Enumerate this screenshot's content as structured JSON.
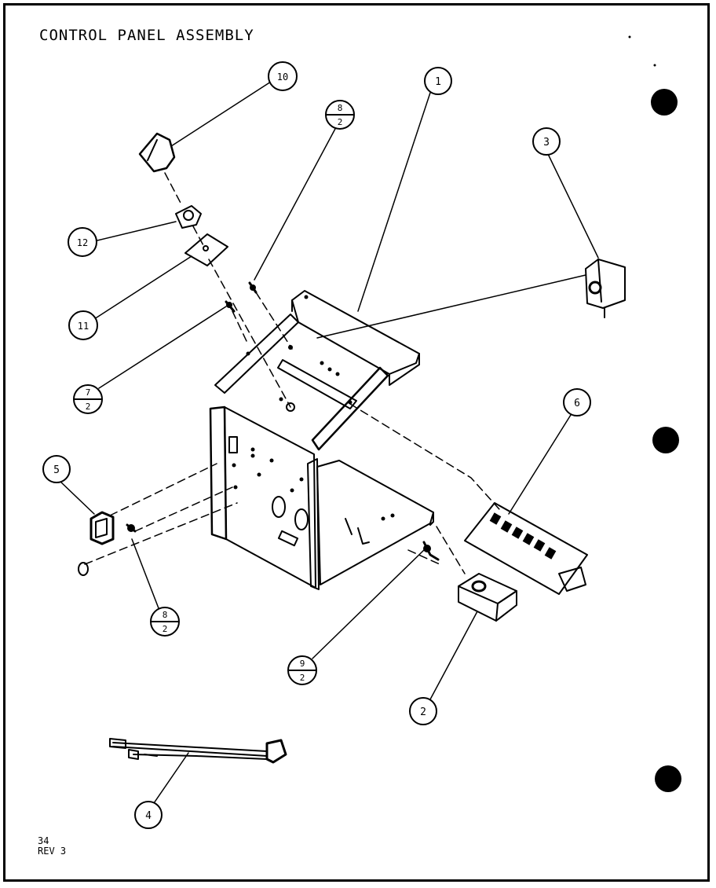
{
  "document": {
    "title": "CONTROL PANEL ASSEMBLY",
    "page_number": "34",
    "revision": "REV 3"
  },
  "callouts": [
    {
      "id": "c1",
      "label": "1"
    },
    {
      "id": "c2",
      "label": "2"
    },
    {
      "id": "c3",
      "label": "3"
    },
    {
      "id": "c4",
      "label": "4"
    },
    {
      "id": "c5",
      "label": "5"
    },
    {
      "id": "c6",
      "label": "6"
    },
    {
      "id": "c10",
      "label": "10"
    },
    {
      "id": "c11",
      "label": "11"
    },
    {
      "id": "c12",
      "label": "12"
    }
  ],
  "fraction_callouts": [
    {
      "id": "f8a",
      "top": "8",
      "bottom": "2"
    },
    {
      "id": "f7",
      "top": "7",
      "bottom": "2"
    },
    {
      "id": "f8b",
      "top": "8",
      "bottom": "2"
    },
    {
      "id": "f9",
      "top": "9",
      "bottom": "2"
    }
  ]
}
